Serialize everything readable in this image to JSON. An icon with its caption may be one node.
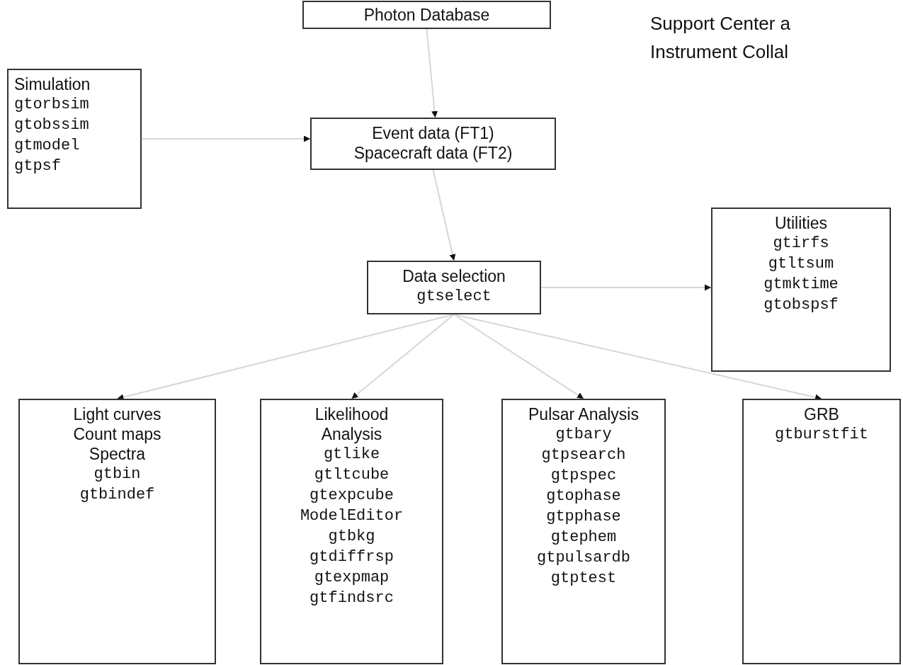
{
  "diagram": {
    "nodes": [
      {
        "text": [
          "Photon Database"
        ]
      },
      {
        "text": [
          "Simulation",
          "gtorbsim",
          "gtobssim",
          "gtmodel",
          "gtpsf"
        ]
      },
      {
        "text": [
          "Event data (FT1)",
          "Spacecraft data (FT2)"
        ]
      },
      {
        "text": [
          "Data selection",
          "gtselect"
        ]
      },
      {
        "text": [
          "Utilities",
          "gtirfs",
          "gtltsum",
          "gtmktime",
          "gtobspsf"
        ]
      },
      {
        "text": [
          "Light curves",
          "Count maps",
          "Spectra",
          "gtbin",
          "gtbindef"
        ]
      },
      {
        "text": [
          "Likelihood Analysis",
          "gtlike",
          "gtltcube",
          "gtexpcube",
          "ModelEditor",
          "gtbkg",
          "gtdiffrsp",
          "gtexpmap",
          "gtfindsrc"
        ]
      },
      {
        "text": [
          "Pulsar Analysis",
          "gtbary",
          "gtpsearch",
          "gtpspec",
          "gtophase",
          "gtpphase",
          "gtephem",
          "gtpulsardb",
          "gtptest"
        ]
      },
      {
        "text": [
          "GRB",
          "gtburstfit"
        ]
      }
    ],
    "edges": [
      {
        "from": 0,
        "to": 2,
        "arrow": "to"
      },
      {
        "from": 1,
        "to": 2,
        "arrow": "to"
      },
      {
        "from": 2,
        "to": 3,
        "arrow": "to"
      },
      {
        "from": 3,
        "to": 4,
        "arrow": "to"
      },
      {
        "from": 3,
        "to": 5,
        "arrow": "to"
      },
      {
        "from": 3,
        "to": 6,
        "arrow": "to"
      },
      {
        "from": 3,
        "to": 7,
        "arrow": "to"
      },
      {
        "from": 3,
        "to": 8,
        "arrow": "to"
      }
    ],
    "labels": [
      "Support Center a",
      "Instrument Collal"
    ]
  }
}
